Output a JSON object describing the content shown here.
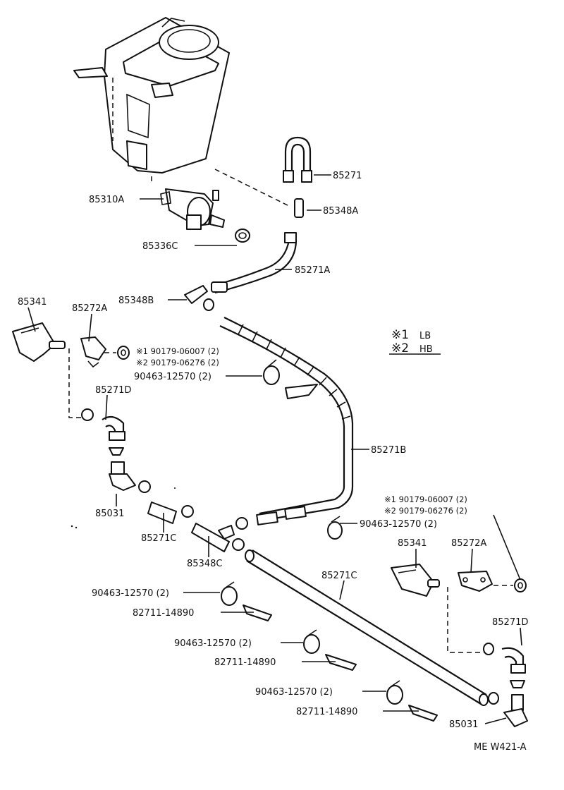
{
  "labels": {
    "p85271": "85271",
    "p85310A": "85310A",
    "p85348A": "85348A",
    "p85336C": "85336C",
    "p85271A": "85271A",
    "p85341_left": "85341",
    "p85272A_left": "85272A",
    "p85348B": "85348B",
    "n1_left": "※1 90179-06007 (2)",
    "n2_left": "※2 90179-06276 (2)",
    "clamp_left": "90463-12570 (2)",
    "p85271D_left": "85271D",
    "p85271B": "85271B",
    "p85031_left": "85031",
    "p85271C_left": "85271C",
    "p85348C": "85348C",
    "n1_right": "※1 90179-06007 (2)",
    "n2_right": "※2 90179-06276 (2)",
    "clamp_right": "90463-12570 (2)",
    "p85341_right": "85341",
    "p85272A_right": "85272A",
    "p85271C_right": "85271C",
    "clamp_a": "90463-12570 (2)",
    "clip_a": "82711-14890",
    "clamp_b": "90463-12570 (2)",
    "clip_b": "82711-14890",
    "clamp_c": "90463-12570 (2)",
    "clip_c": "82711-14890",
    "p85271D_right": "85271D",
    "p85031_right": "85031",
    "figure_code": "ME W421-A"
  },
  "legend": {
    "mark1": "※1",
    "mark1_label": "LB",
    "mark2": "※2",
    "mark2_label": "HB"
  }
}
